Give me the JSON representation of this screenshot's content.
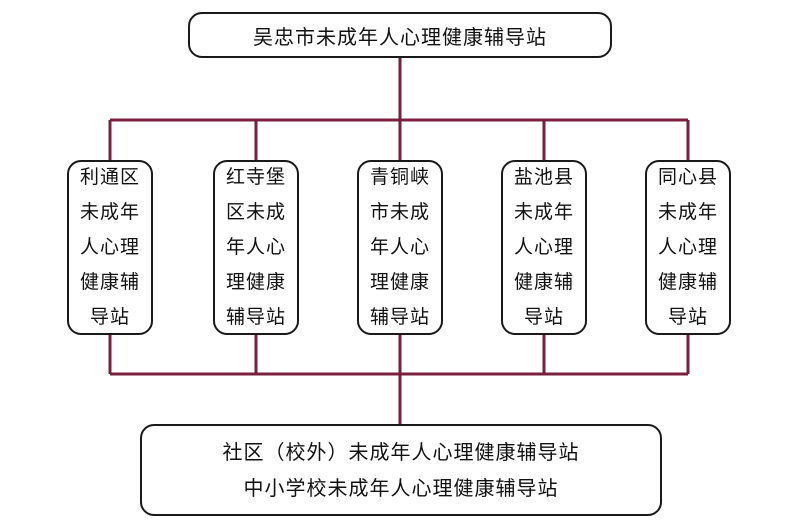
{
  "top": {
    "label": "吴忠市未成年人心理健康辅导站"
  },
  "branches": [
    {
      "label": "利通区\n未成年\n人心理\n健康辅\n导站"
    },
    {
      "label": "红寺堡\n区未成\n年人心\n理健康\n辅导站"
    },
    {
      "label": "青铜峡\n市未成\n年人心\n理健康\n辅导站"
    },
    {
      "label": "盐池县\n未成年\n人心理\n健康辅\n导站"
    },
    {
      "label": "同心县\n未成年\n人心理\n健康辅\n导站"
    }
  ],
  "bottom": {
    "line1": "社区（校外）未成年人心理健康辅导站",
    "line2": "中小学校未成年人心理健康辅导站"
  },
  "colors": {
    "connector": "#7a1f3d",
    "border": "#1a1a1a"
  }
}
